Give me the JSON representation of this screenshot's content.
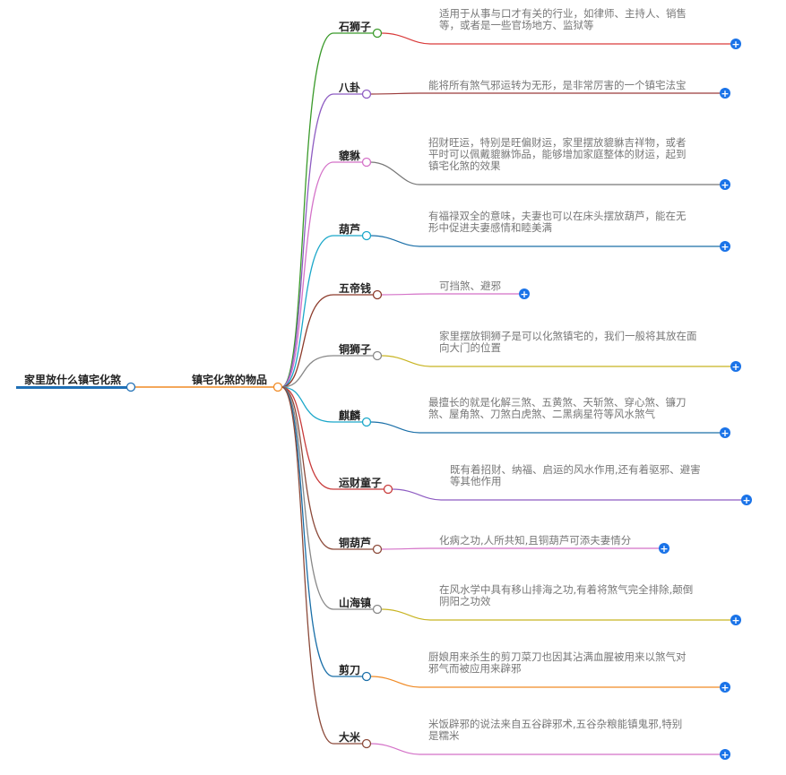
{
  "root": {
    "label": "家里放什么镇宅化煞",
    "color": "#1f6fb5"
  },
  "hub": {
    "label": "镇宅化煞的物品",
    "color": "#f08a24"
  },
  "expand_icon": {
    "glyph": "+",
    "color": "#1a73e8"
  },
  "branches": [
    {
      "label": "石狮子",
      "color": "#3a9a2a",
      "line_color": "#d93a3a",
      "desc": [
        "适用于从事与口才有关的行业，如律师、主持人、销售",
        "等，或者是一些官场地方、监狱等"
      ]
    },
    {
      "label": "八卦",
      "color": "#8e5cc2",
      "line_color": "#9b3a3a",
      "desc": [
        "能将所有煞气邪运转为无形，是非常厉害的一个镇宅法宝"
      ]
    },
    {
      "label": "貔貅",
      "color": "#d472c8",
      "line_color": "#777777",
      "desc": [
        "招财旺运，特别是旺偏财运，家里摆放貔貅吉祥物，或者",
        "平时可以佩戴貔貅饰品，能够增加家庭整体的财运，起到",
        "镇宅化煞的效果"
      ]
    },
    {
      "label": "葫芦",
      "color": "#1aa7c9",
      "line_color": "#1a6fa8",
      "desc": [
        "有福禄双全的意味，夫妻也可以在床头摆放葫芦，能在无",
        "形中促进夫妻感情和睦美满"
      ]
    },
    {
      "label": "五帝钱",
      "color": "#8c3a2a",
      "line_color": "#d472c8",
      "desc": [
        "可挡煞、避邪"
      ]
    },
    {
      "label": "铜狮子",
      "color": "#888888",
      "line_color": "#c8b422",
      "desc": [
        "家里摆放铜狮子是可以化煞镇宅的，我们一般将其放在面",
        "向大门的位置"
      ]
    },
    {
      "label": "麒麟",
      "color": "#1aa7c9",
      "line_color": "#1a6fa8",
      "desc": [
        "最擅长的就是化解三煞、五黄煞、天斩煞、穿心煞、镰刀",
        "煞、屋角煞、刀煞白虎煞、二黑病星符等风水煞气"
      ]
    },
    {
      "label": "运财童子",
      "color": "#c83a3a",
      "line_color": "#8e5cc2",
      "desc": [
        "既有着招财、纳福、启运的风水作用,还有着驱邪、避害",
        "等其他作用"
      ]
    },
    {
      "label": "铜葫芦",
      "color": "#8c4a3a",
      "line_color": "#d472c8",
      "desc": [
        "化病之功,人所共知,且铜葫芦可添夫妻情分"
      ]
    },
    {
      "label": "山海镇",
      "color": "#888888",
      "line_color": "#c8b422",
      "desc": [
        "在风水学中具有移山排海之功,有着将煞气完全排除,颠倒",
        "阴阳之功效"
      ]
    },
    {
      "label": "剪刀",
      "color": "#1a6fa8",
      "line_color": "#f08a24",
      "desc": [
        "厨娘用来杀生的剪刀菜刀也因其沾满血腥被用来以煞气对",
        "邪气而被应用来辟邪"
      ]
    },
    {
      "label": "大米",
      "color": "#8c4a3a",
      "line_color": "#d472c8",
      "desc": [
        "米饭辟邪的说法来自五谷辟邪术,五谷杂粮能镇鬼邪,特别",
        "是糯米"
      ]
    }
  ]
}
